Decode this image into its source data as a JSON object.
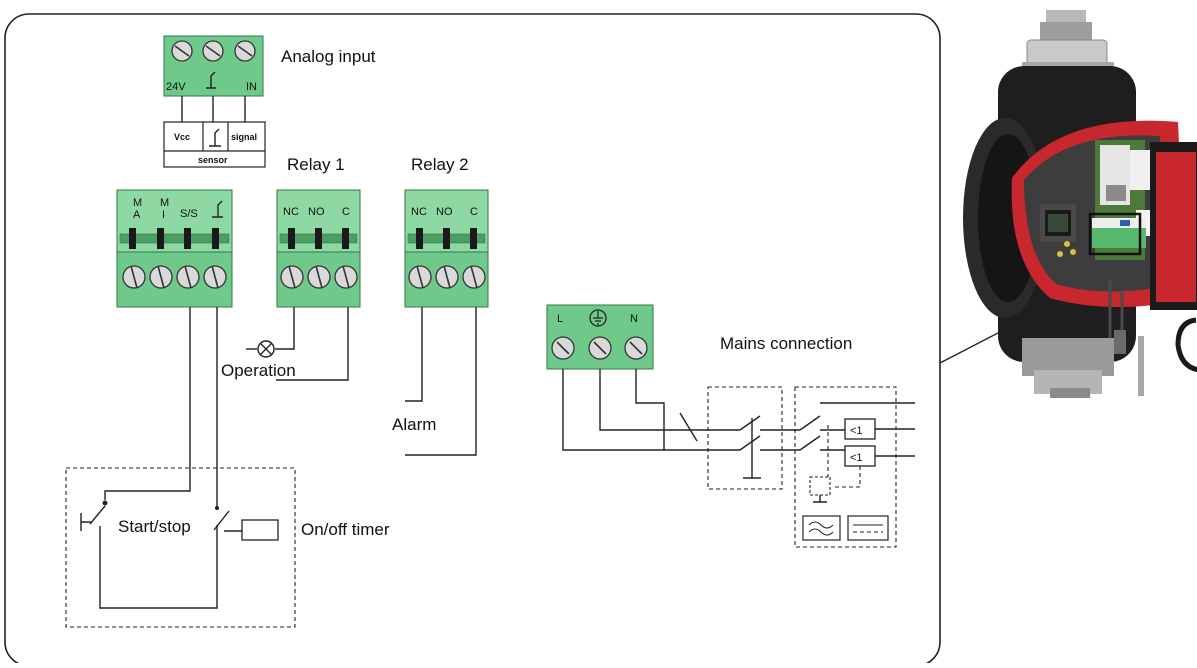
{
  "analog_input": {
    "title": "Analog input",
    "terminals": [
      "24V",
      "IN"
    ],
    "sensor": {
      "vcc": "Vcc",
      "signal": "signal",
      "name": "sensor"
    }
  },
  "control_block": {
    "terminals": [
      "M\nA",
      "M\nI",
      "S/S"
    ]
  },
  "relay1": {
    "title": "Relay 1",
    "terminals": [
      "NC",
      "NO",
      "C"
    ],
    "label": "Operation"
  },
  "relay2": {
    "title": "Relay 2",
    "terminals": [
      "NC",
      "NO",
      "C"
    ],
    "label": "Alarm"
  },
  "timer": {
    "switch_label": "Start/stop",
    "timer_label": "On/off timer"
  },
  "mains": {
    "title": "Mains connection",
    "terminals": [
      "L",
      "N"
    ],
    "breaker_symbol": "<1"
  },
  "colors": {
    "terminal_green": "#6fc98a",
    "pump_red": "#c8282d",
    "pump_black": "#1e1e1e"
  }
}
